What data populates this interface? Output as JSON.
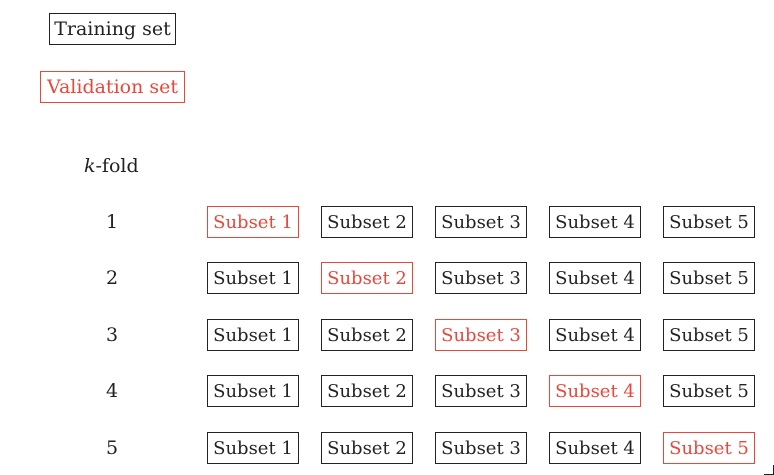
{
  "legend": {
    "training_label": "Training set",
    "validation_label": "Validation set"
  },
  "kfold_label": {
    "var": "k",
    "suffix": "-fold"
  },
  "folds": [
    {
      "number": "1",
      "validation_index": 0
    },
    {
      "number": "2",
      "validation_index": 1
    },
    {
      "number": "3",
      "validation_index": 2
    },
    {
      "number": "4",
      "validation_index": 3
    },
    {
      "number": "5",
      "validation_index": 4
    }
  ],
  "subsets": [
    "Subset 1",
    "Subset 2",
    "Subset 3",
    "Subset 4",
    "Subset 5"
  ],
  "colors": {
    "training": "#222222",
    "validation": "#e8473b"
  }
}
